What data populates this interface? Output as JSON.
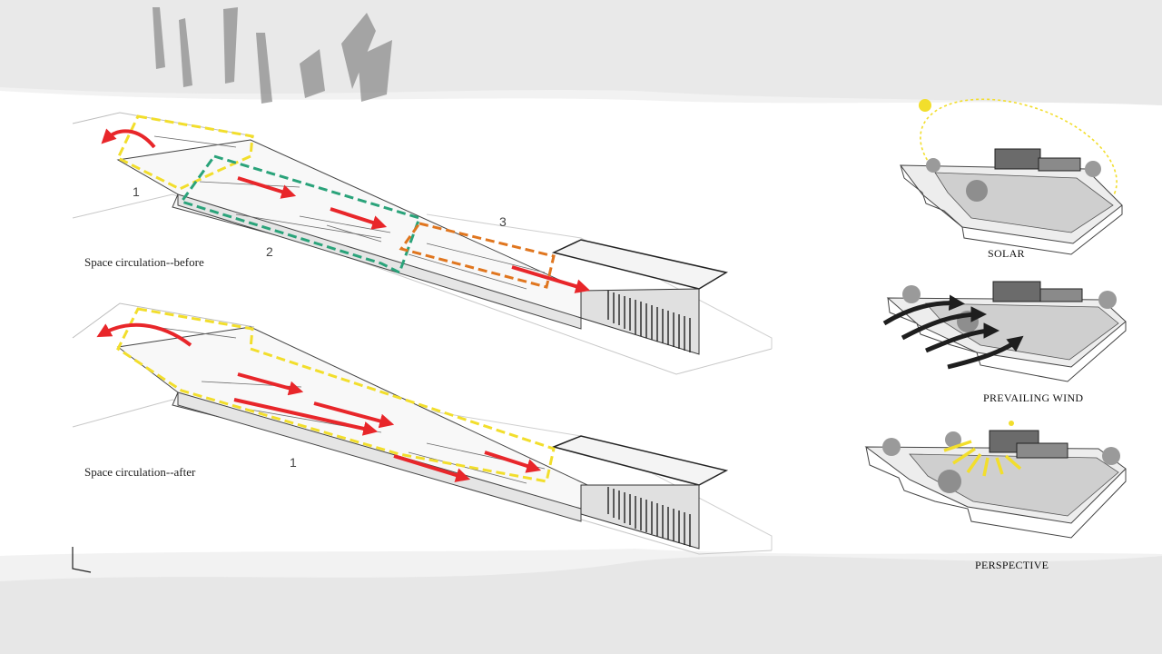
{
  "left": {
    "before_label": "Space circulation--before",
    "after_label": "Space circulation--after",
    "zone_numbers": [
      "1",
      "2",
      "3"
    ],
    "after_zone_number": "1"
  },
  "right": {
    "solar_label": "SOLAR",
    "wind_label": "PREVAILING  WIND",
    "perspective_label": "PERSPECTIVE"
  },
  "colors": {
    "zone1": "#f2de2c",
    "zone2": "#2aa37a",
    "zone3": "#e0761f",
    "arrow": "#e8262a",
    "sun": "#f2de2c",
    "wind": "#1e1e1e"
  },
  "icons": [
    "sun-icon",
    "wind-arrow-icon",
    "circulation-arrow-icon"
  ]
}
